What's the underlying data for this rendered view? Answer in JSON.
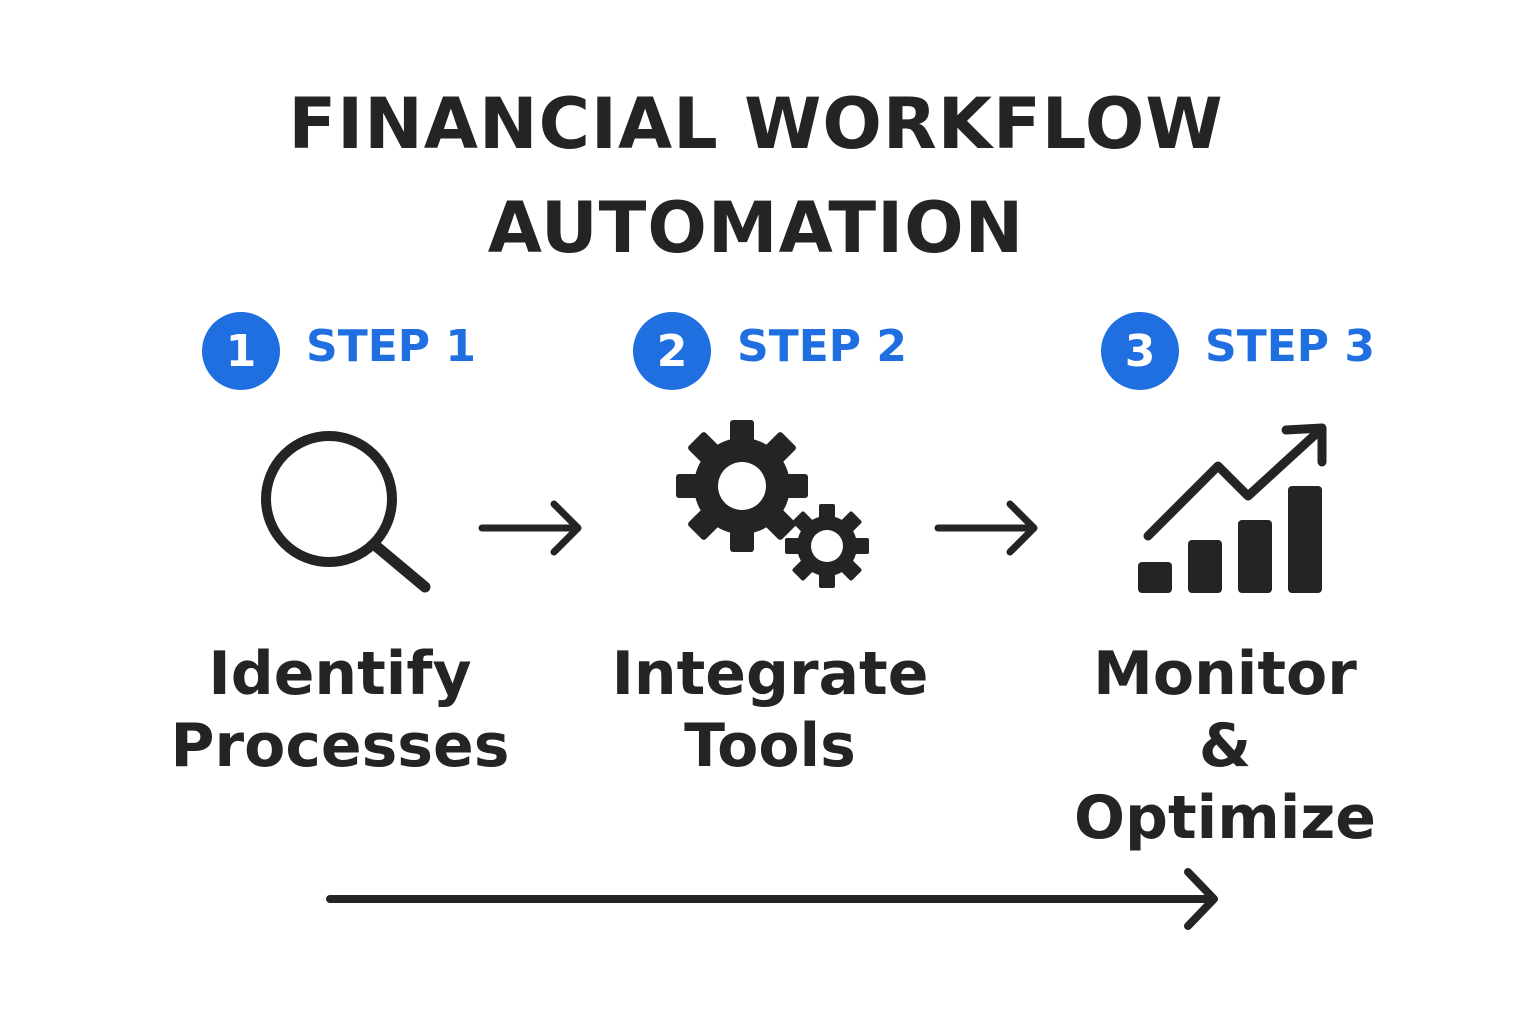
{
  "title": {
    "line1": "FINANCIAL WORKFLOW",
    "line2": "AUTOMATION"
  },
  "accent_color": "#1f6fe0",
  "ink_color": "#222426",
  "steps": [
    {
      "number": "1",
      "label": "STEP 1",
      "icon": "magnifying-glass-icon",
      "text_line1": "Identify",
      "text_line2": "Processes"
    },
    {
      "number": "2",
      "label": "STEP 2",
      "icon": "gears-icon",
      "text_line1": "Integrate",
      "text_line2": "Tools"
    },
    {
      "number": "3",
      "label": "STEP 3",
      "icon": "growth-chart-icon",
      "text_line1": "Monitor",
      "text_line2": "& Optimize"
    }
  ],
  "connectors": [
    "arrow-right-icon",
    "arrow-right-icon"
  ],
  "timeline_icon": "long-arrow-right-icon"
}
